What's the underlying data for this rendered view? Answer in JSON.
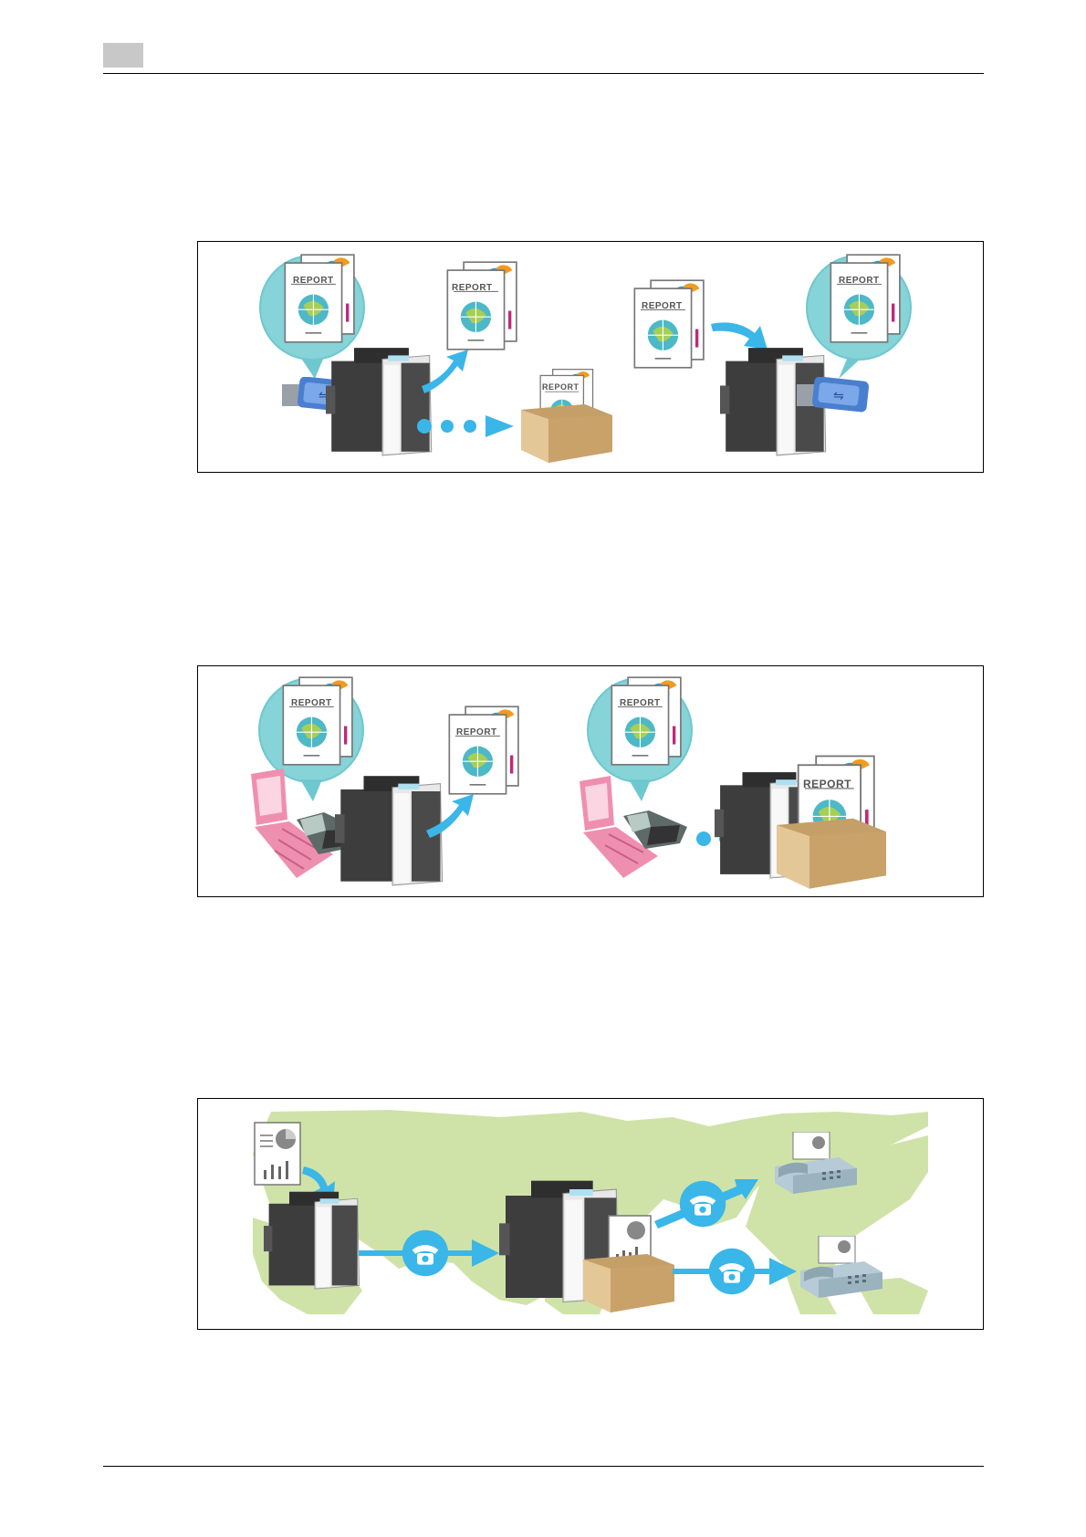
{
  "figures": [
    {
      "labels": {
        "report_1": "REPORT",
        "report_2": "REPORT",
        "report_3": "REPORT",
        "report_4": "REPORT",
        "report_5": "REPORT"
      },
      "icons": [
        "usb-memory-icon",
        "mfp-icon",
        "upload-arrow-icon",
        "box-icon",
        "download-arrow-icon"
      ]
    },
    {
      "labels": {
        "report_1": "REPORT",
        "report_2": "REPORT",
        "report_3": "REPORT",
        "report_4": "REPORT"
      },
      "icons": [
        "mobile-phone-icon",
        "mfp-icon",
        "upload-arrow-icon",
        "box-icon"
      ]
    },
    {
      "labels": {},
      "icons": [
        "world-map-icon",
        "mfp-icon",
        "telephone-icon",
        "fax-machine-icon",
        "box-icon"
      ]
    }
  ],
  "colors": {
    "accent_blue": "#3ab6e8",
    "bubble_teal": "#6ec8cf",
    "mfp_dark": "#3d3d3d",
    "box_tan": "#d9b884",
    "map_green": "#cfe3a8",
    "phone_pink": "#ef8fb0",
    "usb_blue": "#4a7fd0"
  }
}
